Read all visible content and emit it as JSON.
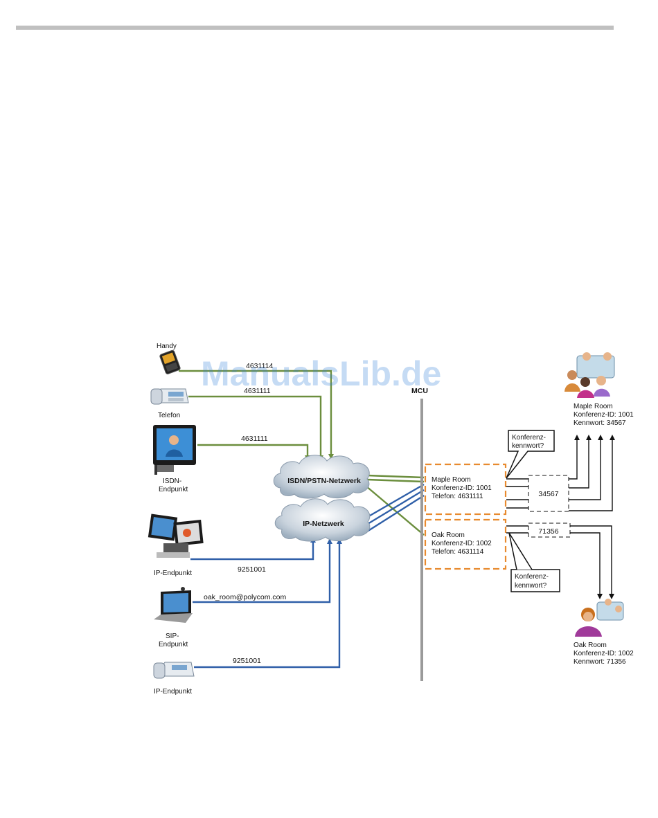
{
  "watermark": "ManualsLib.de",
  "mcu_label": "MCU",
  "colors": {
    "isdn": "#6b8e3d",
    "ip": "#2f5fa8",
    "dash": "#e88a2e",
    "mcu_bar": "#9a9a9a",
    "rule": "#c0c0c0"
  },
  "endpoints": {
    "handy": {
      "label": "Handy",
      "icon": "mobile-phone-icon"
    },
    "telefon": {
      "label": "Telefon",
      "icon": "desk-phone-icon"
    },
    "isdn": {
      "label1": "ISDN-",
      "label2": "Endpunkt",
      "icon": "monitor-icon"
    },
    "ip1": {
      "label": "IP-Endpunkt",
      "icon": "dual-screen-icon"
    },
    "sip": {
      "label1": "SIP-",
      "label2": "Endpunkt",
      "icon": "laptop-icon"
    },
    "ip2": {
      "label": "IP-Endpunkt",
      "icon": "ip-phone-icon"
    }
  },
  "connections": {
    "handy_number": "4631114",
    "telefon_number": "4631111",
    "isdn_number": "4631111",
    "ip1_number": "9251001",
    "sip_address": "oak_room@polycom.com",
    "ip2_number": "9251001"
  },
  "clouds": {
    "isdn": "ISDN/PSTN-Netzwerk",
    "ip": "IP-Netzwerk"
  },
  "conferences": {
    "maple": {
      "name": "Maple Room",
      "id_line": "Konferenz-ID: 1001",
      "phone_line": "Telefon: 4631111"
    },
    "oak": {
      "name": "Oak Room",
      "id_line": "Konferenz-ID: 1002",
      "phone_line": "Telefon: 4631114"
    }
  },
  "password_prompts": {
    "maple": {
      "line1": "Konferenz-",
      "line2": "kennwort?"
    },
    "oak": {
      "line1": "Konferenz-",
      "line2": "kennwort?"
    }
  },
  "password_boxes": {
    "maple": "34567",
    "oak": "71356"
  },
  "rooms": {
    "maple": {
      "line1": "Maple Room",
      "line2": "Konferenz-ID: 1001",
      "line3": "Kennwort: 34567",
      "icon": "meeting-people-icon"
    },
    "oak": {
      "line1": "Oak Room",
      "line2": "Konferenz-ID: 1002",
      "line3": "Kennwort: 71356",
      "icon": "meeting-person-icon"
    }
  }
}
